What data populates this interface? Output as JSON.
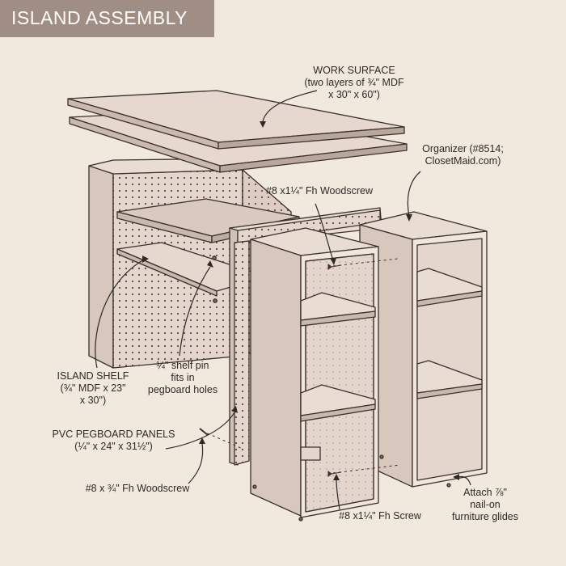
{
  "title": "ISLAND ASSEMBLY",
  "labels": {
    "work_surface": {
      "line1": "WORK SURFACE",
      "line2": "(two layers of ¾\" MDF",
      "line3": "x 30\" x 60\")"
    },
    "organizer": {
      "line1": "Organizer (#8514;",
      "line2": "ClosetMaid.com)"
    },
    "woodscrew_top": {
      "line1": "#8 x1¼\" Fh Woodscrew"
    },
    "island_shelf": {
      "line1": "ISLAND SHELF",
      "line2": "(¾\" MDF x 23\"",
      "line3": "x 30\")"
    },
    "shelf_pin": {
      "line1": "¼\" shelf pin",
      "line2": "fits in",
      "line3": "pegboard holes"
    },
    "pegboard_panels": {
      "line1": "PVC PEGBOARD PANELS",
      "line2": "(¼\" x 24\" x 31½\")"
    },
    "woodscrew_small": {
      "line1": "#8 x ¾\" Fh Woodscrew"
    },
    "screw_bottom": {
      "line1": "#8 x1¼\" Fh Screw"
    },
    "glides": {
      "line1": "Attach ⅞\"",
      "line2": "nail-on",
      "line3": "furniture glides"
    }
  },
  "colors": {
    "background": "#f1e8de",
    "title_box": "#a08d83",
    "panel_face": "#e2d3c9",
    "panel_light": "#ede2d9",
    "panel_dark": "#c9b8ad",
    "outline": "#3a302c"
  }
}
